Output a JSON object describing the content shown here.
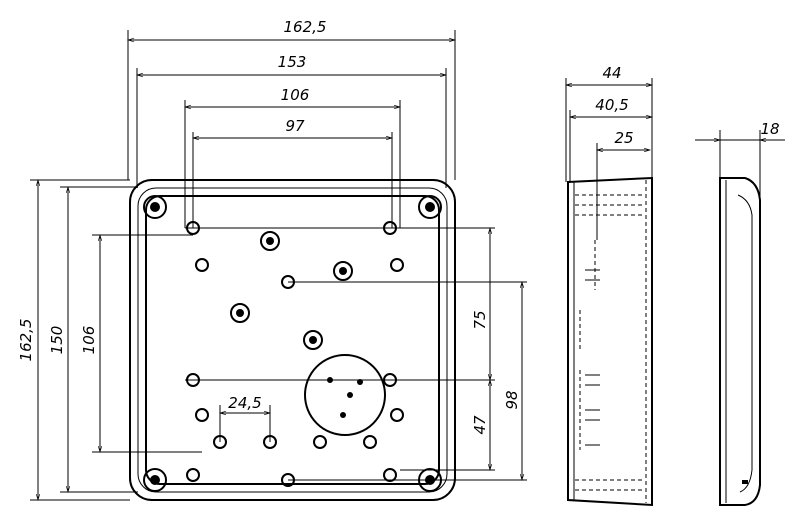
{
  "drawing": {
    "front_view": {
      "width_overall": "162,5",
      "width_inner": "153",
      "hole_spacing_outer": "106",
      "hole_spacing_inner": "97",
      "height_overall": "162,5",
      "height_inner": "150",
      "hole_spacing_vertical": "106",
      "small_hole_pitch": "24,5",
      "vertical_75": "75",
      "vertical_47": "47",
      "vertical_98": "98"
    },
    "side_view": {
      "depth_overall": "44",
      "depth_inner": "40,5",
      "depth_25": "25"
    },
    "lid_view": {
      "lid_depth": "18"
    }
  }
}
